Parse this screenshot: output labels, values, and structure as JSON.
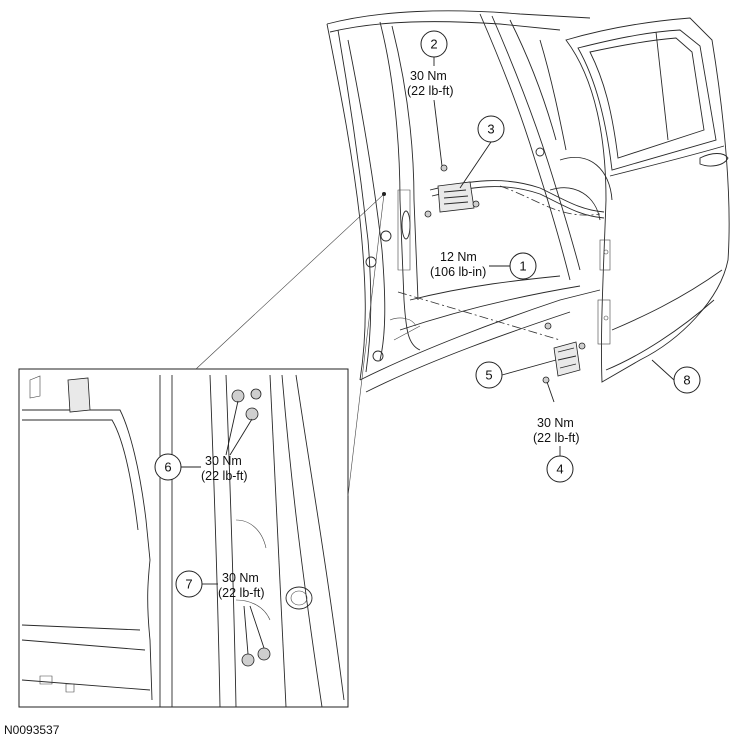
{
  "figure_id": "N0093537",
  "callouts": [
    {
      "number": "1",
      "torque": "12 Nm",
      "torque_alt": "(106 lb-in)"
    },
    {
      "number": "2",
      "torque": "30 Nm",
      "torque_alt": "(22 lb-ft)"
    },
    {
      "number": "3"
    },
    {
      "number": "4",
      "torque": "30 Nm",
      "torque_alt": "(22 lb-ft)"
    },
    {
      "number": "5"
    },
    {
      "number": "6",
      "torque": "30 Nm",
      "torque_alt": "(22 lb-ft)"
    },
    {
      "number": "7",
      "torque": "30 Nm",
      "torque_alt": "(22 lb-ft)"
    },
    {
      "number": "8"
    }
  ]
}
